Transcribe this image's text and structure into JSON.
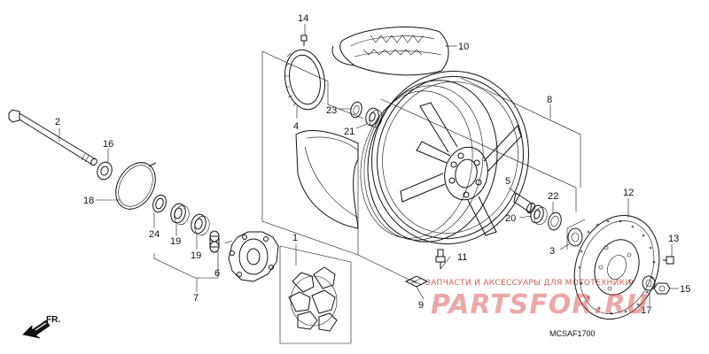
{
  "labels": {
    "p1": "1",
    "p2": "2",
    "p3": "3",
    "p4": "4",
    "p5": "5",
    "p6": "6",
    "p7": "7",
    "p8": "8",
    "p9": "9",
    "p10": "10",
    "p11": "11",
    "p12": "12",
    "p13": "13",
    "p14": "14",
    "p15": "15",
    "p16": "16",
    "p17": "17",
    "p18": "18",
    "p19a": "19",
    "p19b": "19",
    "p20": "20",
    "p21": "21",
    "p22": "22",
    "p23": "23",
    "p24": "24"
  },
  "front_marker": "FR.",
  "diagram_code": "MCSAF1700",
  "watermark": {
    "text_line": "ЗАПЧАСТИ И АКСЕССУАРЫ ДЛЯ МОТОТЕХНИКИ",
    "logo": "PARTSFOR.RU"
  },
  "colors": {
    "line": "#111111",
    "background": "#ffffff",
    "watermark": "#d9534f"
  }
}
